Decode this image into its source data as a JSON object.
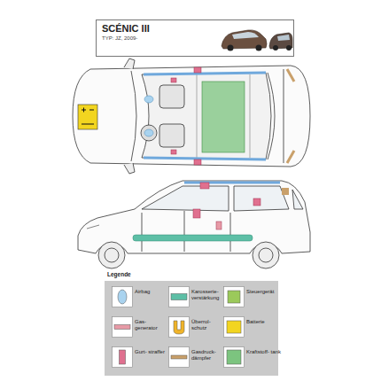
{
  "diagram": {
    "nodes": [
      {
        "text": [
          "SCÉNIC III",
          "TYP: JZ, 2009-"
        ]
      },
      {
        "text": [
          "Legende"
        ]
      }
    ],
    "legend": [
      {
        "text": "Airbag",
        "color": "#a9d3ef"
      },
      {
        "text": "Karosserie- verstärkung",
        "color": "#5dbfa6"
      },
      {
        "text": "Steuergerät",
        "color": "#9bc95a"
      },
      {
        "text": "Gas- generator",
        "color": "#e79aa6"
      },
      {
        "text": "Überrol- schutz",
        "color": "#f0b429"
      },
      {
        "text": "Batterie",
        "color": "#f2d520"
      },
      {
        "text": "Gurt- straffer",
        "color": "#e0708f"
      },
      {
        "text": "Gasdruck- dämpfer",
        "color": "#c9a06a"
      },
      {
        "text": "Kraftstoff- tank",
        "color": "#7cc47f"
      }
    ]
  }
}
